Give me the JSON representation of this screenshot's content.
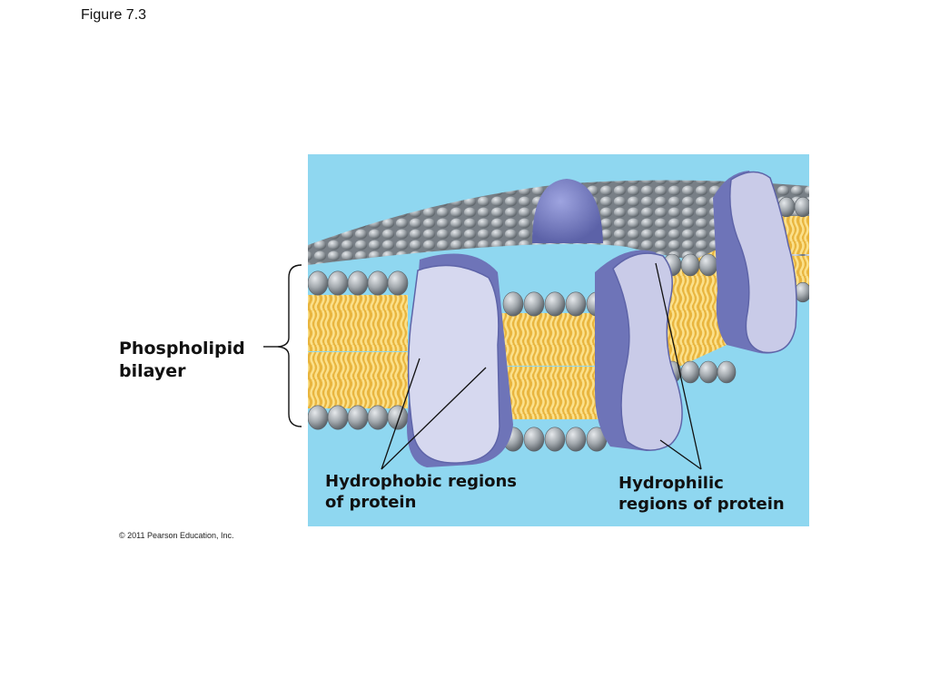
{
  "figure": {
    "title": "Figure 7.3",
    "copyright": "© 2011 Pearson Education, Inc."
  },
  "labels": {
    "bilayer": [
      "Phospholipid",
      "bilayer"
    ],
    "hydrophobic": [
      "Hydrophobic regions",
      "of protein"
    ],
    "hydrophilic": [
      "Hydrophilic",
      "regions of protein"
    ]
  },
  "colors": {
    "background": "#8fd7f0",
    "head": "#9da3a8",
    "tail": "#f2c24b",
    "protein_dark": "#6e74b8",
    "protein_light": "#d6d8ef"
  }
}
